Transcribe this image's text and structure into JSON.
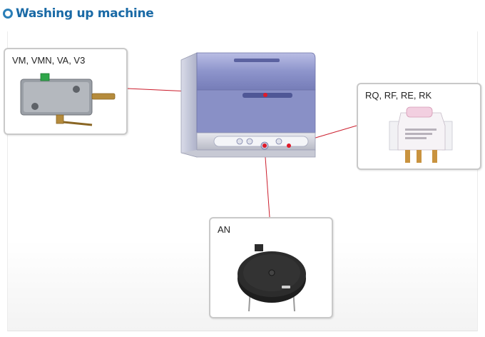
{
  "header": {
    "title": "Washing up machine"
  },
  "parts": [
    {
      "label": "VM, VMN, VA, V3"
    },
    {
      "label": "RQ, RF, RE, RK"
    },
    {
      "label": "AN"
    }
  ],
  "colors": {
    "title": "#1a6aa6",
    "leader_line": "#cc1f2e",
    "machine_body": "#8f96c9",
    "card_border": "#c9c9c9"
  }
}
